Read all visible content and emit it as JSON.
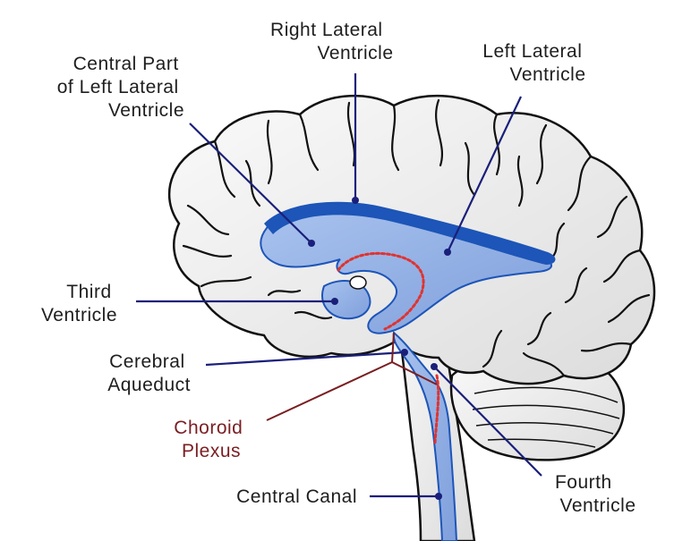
{
  "labels": {
    "right_lateral_ventricle": [
      "Right Lateral",
      "Ventricle"
    ],
    "left_lateral_ventricle": [
      "Left Lateral",
      "Ventricle"
    ],
    "central_part": [
      "Central Part",
      "of Left Lateral",
      "Ventricle"
    ],
    "third_ventricle": [
      "Third",
      "Ventricle"
    ],
    "cerebral_aqueduct": [
      "Cerebral",
      "Aqueduct"
    ],
    "choroid_plexus": [
      "Choroid",
      "Plexus"
    ],
    "central_canal": [
      "Central Canal"
    ],
    "fourth_ventricle": [
      "Fourth",
      "Ventricle"
    ]
  },
  "colors": {
    "ventricle_fill": "#8fb1e6",
    "ventricle_dark": "#1d55b8",
    "leader_line": "#1a1f7a",
    "choroid_plexus": "#e0332f",
    "choroid_label": "#7a1e22",
    "brain_fill": "#f1f1f1",
    "outline": "#111111"
  }
}
